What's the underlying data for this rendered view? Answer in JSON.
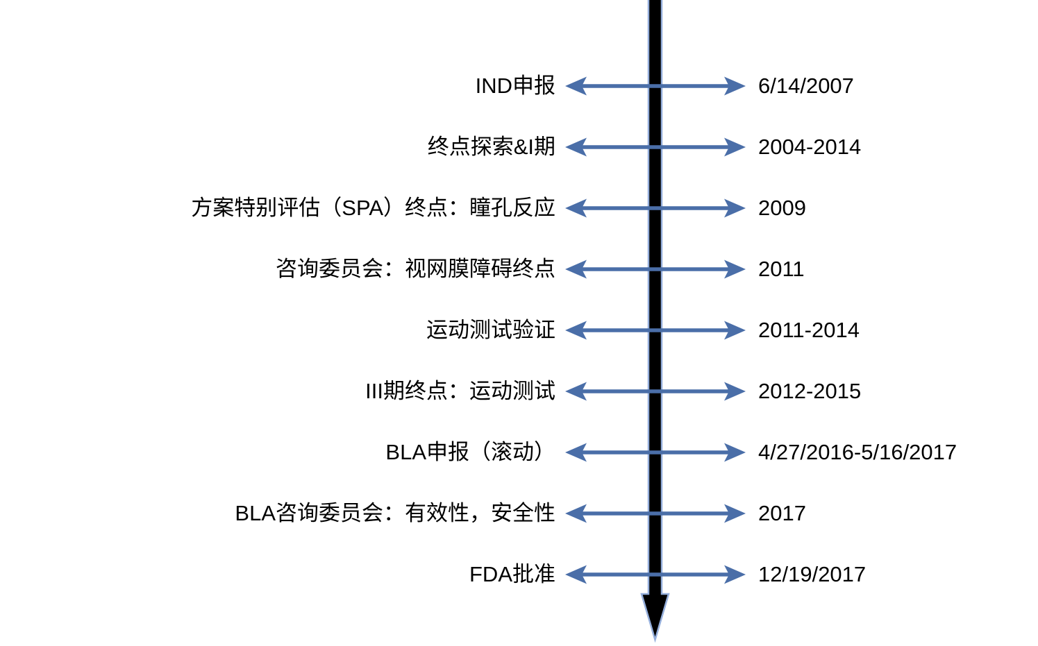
{
  "colors": {
    "arrow_blue": "#4a6ea8",
    "timeline_fill": "#000000",
    "timeline_outline": "#94aedb",
    "background": "#ffffff",
    "text": "#000000"
  },
  "timeline": {
    "direction": "vertical-down",
    "events": [
      {
        "label": "IND申报",
        "date": "6/14/2007"
      },
      {
        "label": "终点探索&I期",
        "date": "2004-2014"
      },
      {
        "label": "方案特别评估（SPA）终点：瞳孔反应",
        "date": "2009"
      },
      {
        "label": "咨询委员会：视网膜障碍终点",
        "date": "2011"
      },
      {
        "label": "运动测试验证",
        "date": "2011-2014"
      },
      {
        "label": "III期终点：运动测试",
        "date": "2012-2015"
      },
      {
        "label": "BLA申报（滚动）",
        "date": "4/27/2016-5/16/2017"
      },
      {
        "label": "BLA咨询委员会：有效性，安全性",
        "date": "2017"
      },
      {
        "label": "FDA批准",
        "date": "12/19/2017"
      }
    ]
  }
}
